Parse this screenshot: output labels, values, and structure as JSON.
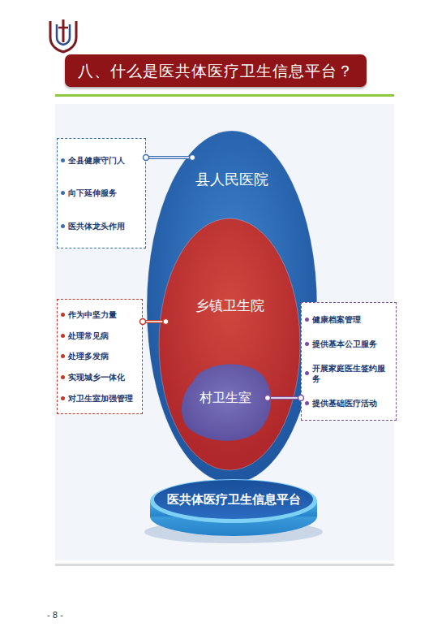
{
  "diagram": {
    "title": "八、什么是医共体医疗卫生信息平台？",
    "nodes": [
      {
        "text": [
          "全县健康守门人",
          "向下延伸服务",
          "医共体龙头作用"
        ]
      },
      {
        "text": [
          "县人民医院"
        ]
      },
      {
        "text": [
          "作为中坚力量",
          "处理常见病",
          "处理多发病",
          "实现城乡一体化",
          "对卫生室加强管理"
        ]
      },
      {
        "text": [
          "乡镇卫生院"
        ],
        "in": 1
      },
      {
        "text": [
          "村卫生室"
        ],
        "in": 3
      },
      {
        "text": [
          "健康档案管理",
          "提供基本公卫服务",
          "开展家庭医生签约服务",
          "提供基础医疗活动"
        ]
      },
      {
        "text": [
          "医共体医疗卫生信息平台"
        ]
      }
    ],
    "edges": [
      {
        "from": 0,
        "to": 1,
        "arrow": "none"
      },
      {
        "from": 2,
        "to": 3,
        "arrow": "none"
      },
      {
        "from": 4,
        "to": 5,
        "arrow": "none"
      }
    ],
    "labels": [
      "- 8 -"
    ]
  }
}
